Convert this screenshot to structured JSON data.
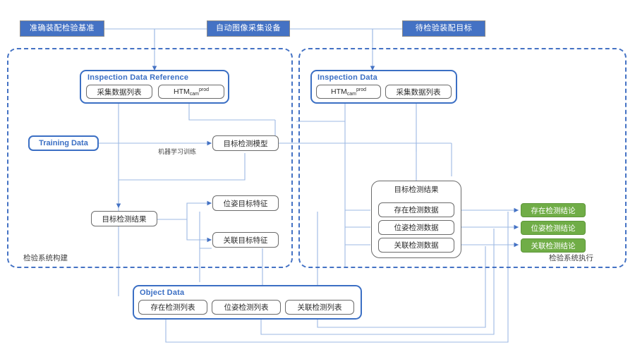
{
  "diagram": {
    "title_boxes": [
      {
        "id": "standard",
        "label": "准确装配检验基准"
      },
      {
        "id": "capture-device",
        "label": "自动图像采集设备"
      },
      {
        "id": "target",
        "label": "待检验装配目标"
      }
    ],
    "panels": [
      {
        "id": "build",
        "label": "检验系统构建"
      },
      {
        "id": "execute",
        "label": "检验系统执行"
      }
    ],
    "left": {
      "reference_group": {
        "title": "Inspection Data Reference",
        "items": [
          {
            "id": "capture-list",
            "label": "采集数据列表"
          },
          {
            "id": "htm-ref",
            "base": "HTM",
            "sub": "cam",
            "sup": "prod"
          }
        ]
      },
      "training_data": "Training Data",
      "edge_label_training": "机器学习训练",
      "detection_model": "目标检测模型",
      "detection_result": "目标检测结果",
      "features": [
        {
          "id": "pose-feature",
          "label": "位姿目标特征"
        },
        {
          "id": "relation-feature",
          "label": "关联目标特征"
        }
      ]
    },
    "right": {
      "inspection_group": {
        "title": "Inspection Data",
        "items": [
          {
            "id": "htm-prod",
            "base": "HTM",
            "sub": "cam",
            "sup": "prod"
          },
          {
            "id": "capture-list-2",
            "label": "采集数据列表"
          }
        ]
      },
      "result_group": {
        "title": "目标检测结果",
        "items": [
          {
            "id": "exist-data",
            "label": "存在检测数据"
          },
          {
            "id": "pose-data",
            "label": "位姿检测数据"
          },
          {
            "id": "relation-data",
            "label": "关联检测数据"
          }
        ]
      },
      "conclusions": [
        {
          "id": "exist-conclusion",
          "label": "存在检测结论"
        },
        {
          "id": "pose-conclusion",
          "label": "位姿检测结论"
        },
        {
          "id": "relation-conclusion",
          "label": "关联检测结论"
        }
      ]
    },
    "bottom": {
      "object_data": {
        "title": "Object Data",
        "items": [
          {
            "id": "exist-list",
            "label": "存在检测列表"
          },
          {
            "id": "pose-list",
            "label": "位姿检测列表"
          },
          {
            "id": "relation-list",
            "label": "关联检测列表"
          }
        ]
      }
    },
    "colors": {
      "header_blue": "#4472C4",
      "accent_blue": "#3B6FC4",
      "conclusion_green": "#70AD47",
      "connector": "#9DB9E3",
      "node_border": "#6b6b6b"
    }
  }
}
